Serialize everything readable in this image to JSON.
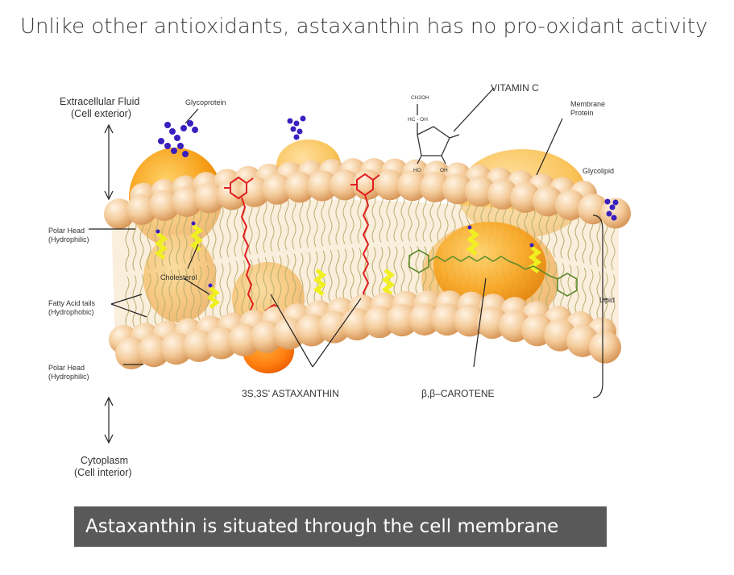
{
  "heading": "Unlike other antioxidants, astaxanthin has no pro-oxidant activity",
  "diagram": {
    "labels": {
      "extracellular_fluid": "Extracellular Fluid",
      "cell_exterior": "(Cell exterior)",
      "glycoprotein": "Glycoprotein",
      "vitamin_c": "VITAMIN C",
      "ch2oh": "CH2OH",
      "hc_oh": "HC - OH",
      "ho": "HO",
      "oh": "OH",
      "membrane_protein_1": "Membrane",
      "membrane_protein_2": "Protein",
      "glycolipid": "Glycolipid",
      "polar_head_top": "Polar Head",
      "hydrophilic_top": "(Hydrophilic)",
      "cholesterol": "Cholesterol",
      "fatty_acid_tails": "Fatty Acid tails",
      "hydrophobic": "(Hydrophobic)",
      "polar_head_bottom": "Polar Head",
      "hydrophilic_bottom": "(Hydrophilic)",
      "lipid": "Lipid",
      "astaxanthin": "3S,3S' ASTAXANTHIN",
      "carotene": "β,β–CAROTENE",
      "cytoplasm": "Cytoplasm",
      "cell_interior": "(Cell interior)"
    },
    "colors": {
      "lipid_head": "#f2c593",
      "protein": "#f7a21b",
      "astaxanthin": "#e02020",
      "carotene": "#5a8a2a",
      "cholesterol": "#f0f020",
      "glyco": "#3a1fbf"
    }
  },
  "caption": "Astaxanthin is situated through the cell membrane"
}
